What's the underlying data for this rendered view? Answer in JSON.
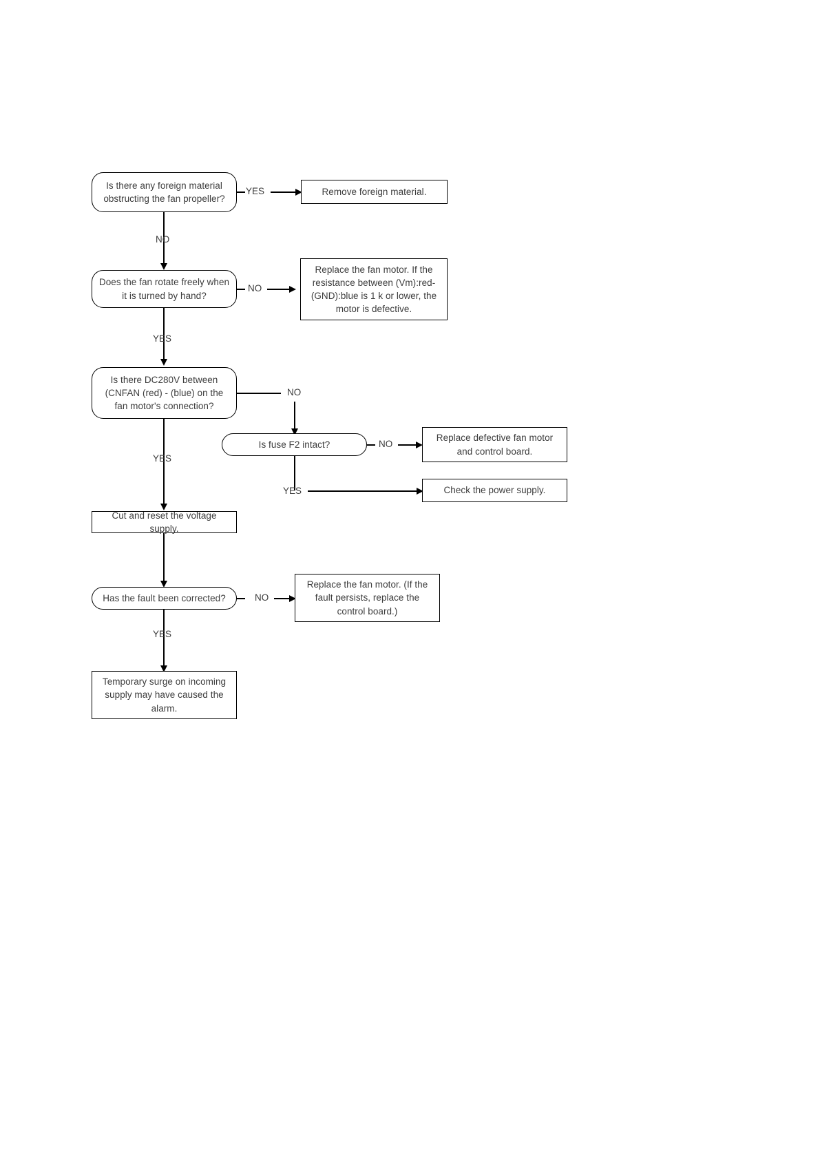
{
  "diagram": {
    "title": "Fan motor fault troubleshooting flowchart",
    "type": "flowchart",
    "line_color": "#000000",
    "text_color": "#3c3c3c",
    "background": "#ffffff"
  },
  "nodes": {
    "q_foreign_material": {
      "shape": "decision",
      "text": "Is there any foreign material obstructing the fan propeller?"
    },
    "a_remove_material": {
      "shape": "process",
      "text": "Remove foreign material."
    },
    "q_rotate_freely": {
      "shape": "decision",
      "text": "Does the fan rotate freely when it is turned by hand?"
    },
    "a_replace_motor_resistance": {
      "shape": "process",
      "text": "Replace the fan motor. If the resistance between (Vm):red-(GND):blue is 1 k    or lower, the motor is defective."
    },
    "q_dc280v": {
      "shape": "decision",
      "text": "Is there DC280V between (CNFAN (red) - (blue) on the fan motor's connection?"
    },
    "q_fuse_f2": {
      "shape": "decision",
      "text": "Is fuse  F2  intact?"
    },
    "a_replace_motor_board": {
      "shape": "process",
      "text": "Replace defective fan motor and control board."
    },
    "a_check_power_supply": {
      "shape": "process",
      "text": "Check the power supply."
    },
    "a_cut_reset_voltage": {
      "shape": "process",
      "text": "Cut and reset the voltage supply."
    },
    "q_fault_corrected": {
      "shape": "decision",
      "text": "Has the fault been corrected?"
    },
    "a_replace_motor_persist": {
      "shape": "process",
      "text": "Replace the fan motor. (If the fault persists, replace the control board.)"
    },
    "a_temporary_surge": {
      "shape": "process",
      "text": "Temporary surge on incoming supply may have caused the alarm."
    }
  },
  "edge_labels": {
    "foreign_yes": "YES",
    "foreign_no": "NO",
    "rotate_no": "NO",
    "rotate_yes": "YES",
    "dc280v_no": "NO",
    "dc280v_yes": "YES",
    "fuse_no": "NO",
    "fuse_yes": "YES",
    "fault_no": "NO",
    "fault_yes": "YES"
  }
}
